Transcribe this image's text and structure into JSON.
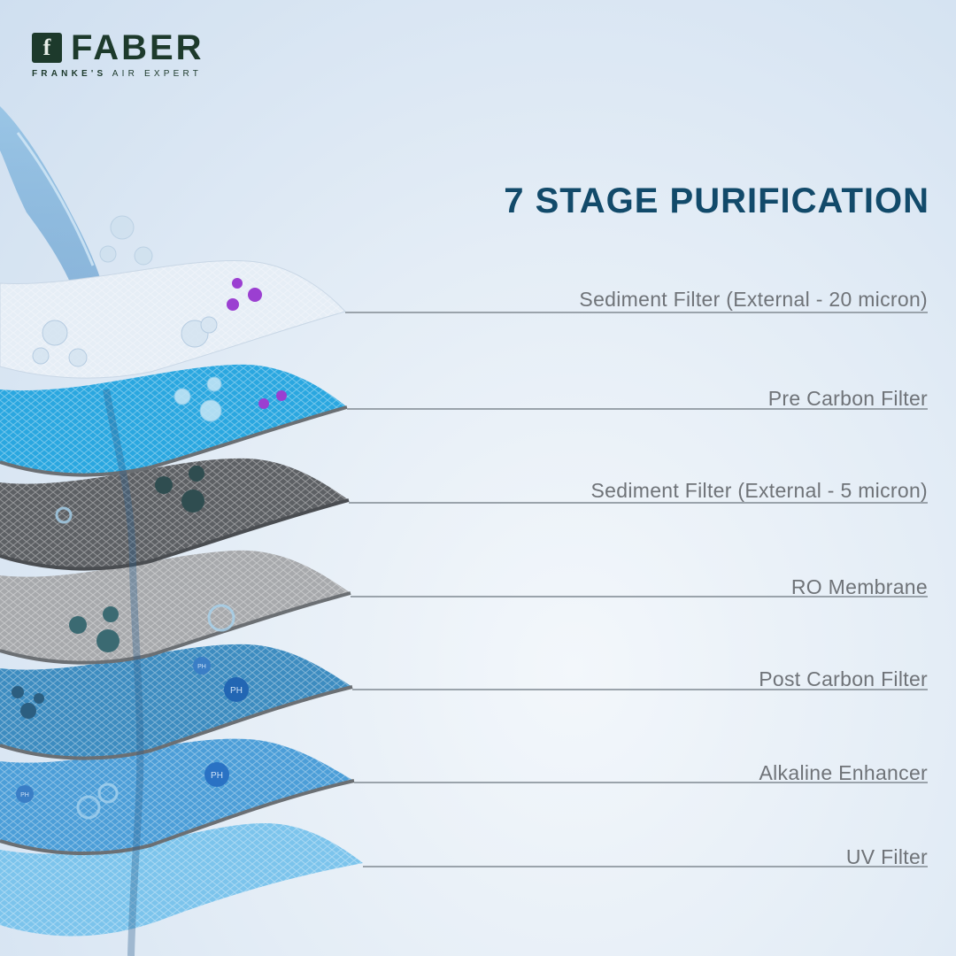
{
  "brand": {
    "logo_letter": "f",
    "name": "FABER",
    "tagline_bold": "FRANKE'S",
    "tagline_rest": " AIR EXPERT"
  },
  "title": "7 STAGE PURIFICATION",
  "stages": [
    {
      "label": "Sediment Filter (External - 20 micron)",
      "color": "#e6eef6"
    },
    {
      "label": "Pre Carbon Filter",
      "color": "#2aa7e0"
    },
    {
      "label": "Sediment Filter (External - 5 micron)",
      "color": "#5d6064"
    },
    {
      "label": "RO Membrane",
      "color": "#a7a9ac"
    },
    {
      "label": "Post Carbon Filter",
      "color": "#3d8cc0"
    },
    {
      "label": "Alkaline Enhancer",
      "color": "#4c9ed8"
    },
    {
      "label": "UV Filter",
      "color": "#7cc4ec"
    }
  ],
  "badges": {
    "ph": "PH"
  },
  "colors": {
    "brand_green": "#1d3a2c",
    "title_blue": "#124a6a",
    "label_grey": "#6f7378"
  }
}
